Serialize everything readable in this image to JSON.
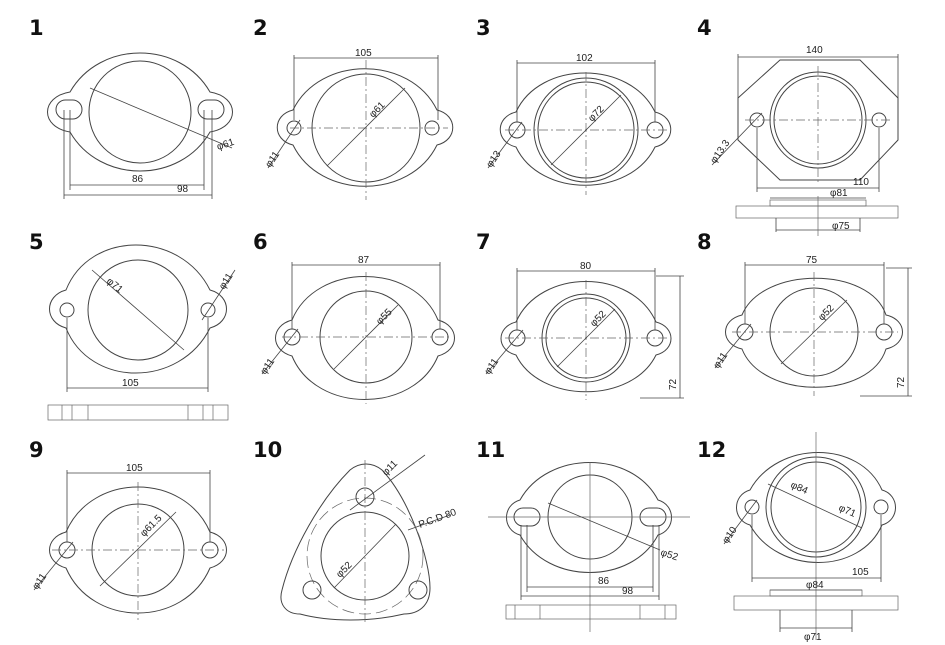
{
  "figures": [
    {
      "number": "1",
      "dims": [
        "φ61",
        "86",
        "98"
      ]
    },
    {
      "number": "2",
      "dims": [
        "105",
        "φ61",
        "φ11"
      ]
    },
    {
      "number": "3",
      "dims": [
        "102",
        "φ72",
        "φ13"
      ]
    },
    {
      "number": "4",
      "dims": [
        "140",
        "φ13.3",
        "110",
        "φ81",
        "φ75"
      ]
    },
    {
      "number": "5",
      "dims": [
        "φ71",
        "φ11",
        "105"
      ]
    },
    {
      "number": "6",
      "dims": [
        "87",
        "φ55",
        "φ11"
      ]
    },
    {
      "number": "7",
      "dims": [
        "80",
        "φ52",
        "φ11",
        "72"
      ]
    },
    {
      "number": "8",
      "dims": [
        "75",
        "φ52",
        "φ11",
        "72"
      ]
    },
    {
      "number": "9",
      "dims": [
        "105",
        "φ61.5",
        "φ11"
      ]
    },
    {
      "number": "10",
      "dims": [
        "φ11",
        "P.C.D 80",
        "φ52"
      ]
    },
    {
      "number": "11",
      "dims": [
        "φ52",
        "86",
        "98"
      ]
    },
    {
      "number": "12",
      "dims": [
        "φ84",
        "φ71",
        "φ10",
        "105",
        "φ84",
        "φ71"
      ]
    }
  ]
}
